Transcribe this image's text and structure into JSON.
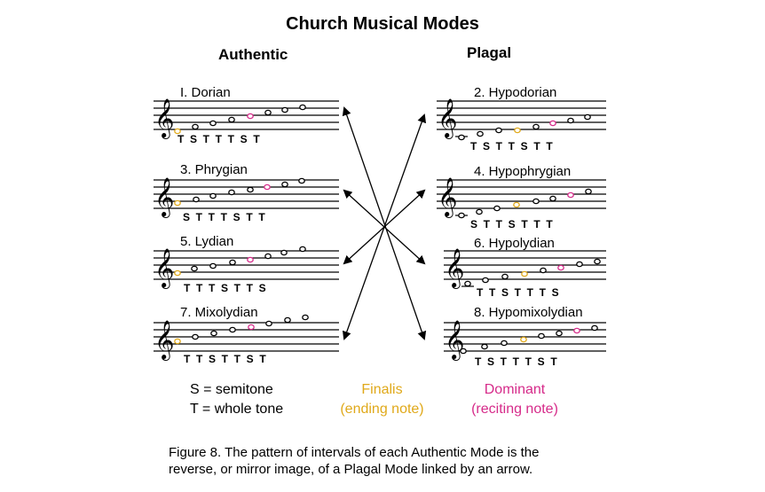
{
  "title": "Church Musical Modes",
  "column_headers": {
    "authentic": "Authentic",
    "plagal": "Plagal"
  },
  "modes": {
    "dorian": {
      "label": "I. Dorian",
      "intervals": "T  S  T  T  T  S  T"
    },
    "phrygian": {
      "label": "3. Phrygian",
      "intervals": "S  T  T  T  S  T  T"
    },
    "lydian": {
      "label": "5. Lydian",
      "intervals": "T  T  T  S  T  T  S"
    },
    "mixolydian": {
      "label": "7. Mixolydian",
      "intervals": "T  T  S  T  T  S  T"
    },
    "hypodorian": {
      "label": "2. Hypodorian",
      "intervals": "T  S  T  T  S  T  T"
    },
    "hypophrygian": {
      "label": "4. Hypophrygian",
      "intervals": "S  T  T  S  T  T  T"
    },
    "hypolydian": {
      "label": "6. Hypolydian",
      "intervals": "T  T  S  T  T  T  S"
    },
    "hypomixolydian": {
      "label": "8. Hypomixolydian",
      "intervals": "T  S  T  T  T  S  T"
    }
  },
  "legend": {
    "semitone": "S = semitone",
    "whole_tone": "T = whole tone",
    "finalis_title": "Finalis",
    "finalis_desc": "(ending note)",
    "dominant_title": "Dominant",
    "dominant_desc": "(reciting note)"
  },
  "caption": {
    "line1": "Figure 8. The pattern of intervals of each Authentic Mode is the",
    "line2": "reverse, or mirror image, of a Plagal Mode linked by an arrow."
  },
  "colors": {
    "finalis": "#e0a91a",
    "dominant": "#d62b8a",
    "ink": "#000000"
  },
  "icons": {
    "clef": "treble-clef-icon",
    "arrow": "double-headed-arrow"
  }
}
